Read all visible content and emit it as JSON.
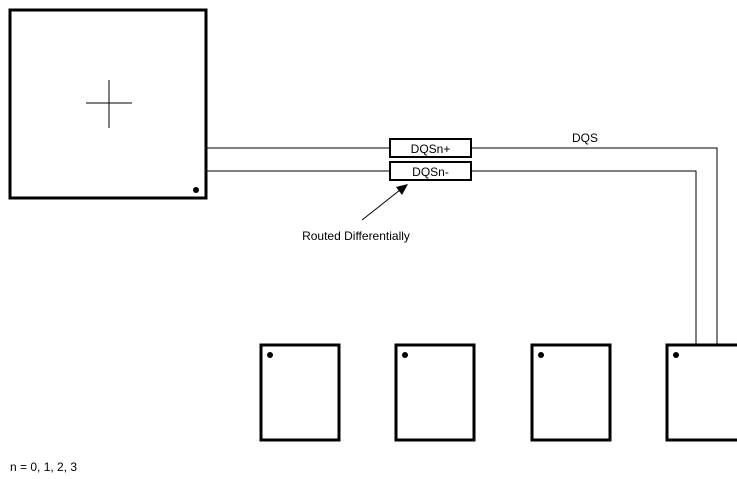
{
  "labels": {
    "dqs_pos": "DQSn+",
    "dqs_neg": "DQSn-",
    "dqs": "DQS",
    "routed": "Routed Differentially",
    "footnote": "n = 0, 1, 2, 3"
  },
  "colors": {
    "line": "#000000",
    "background": "#ffffff"
  },
  "memory_chip_count": 4
}
